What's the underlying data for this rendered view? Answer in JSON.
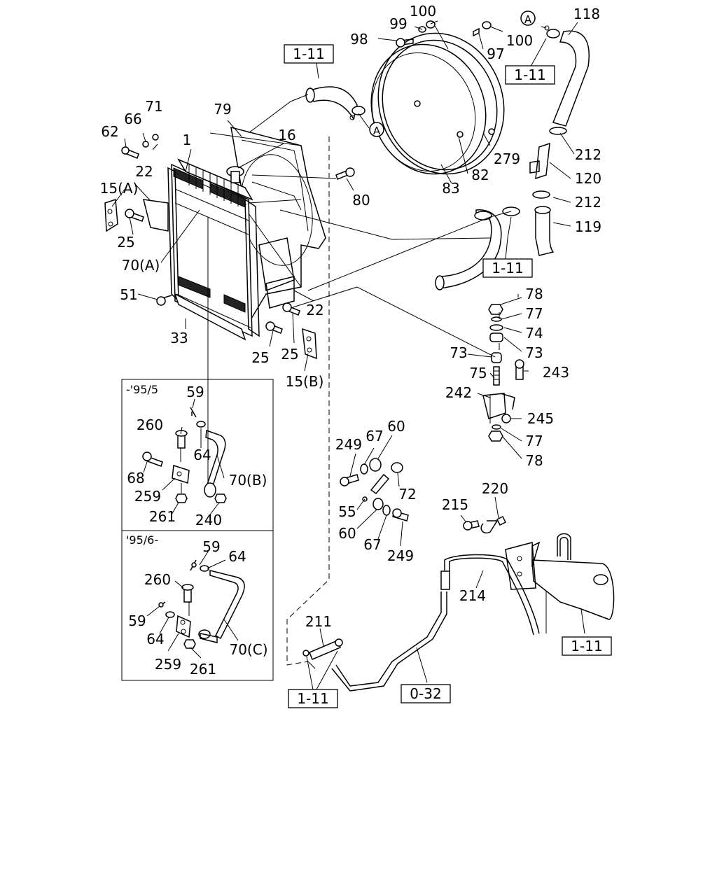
{
  "insets": [
    {
      "title": "-'95/5"
    },
    {
      "title": "'95/6-"
    }
  ],
  "ref_boxes": [
    "1-11",
    "1-11",
    "1-11",
    "1-11",
    "1-11",
    "0-32"
  ],
  "callouts": [
    "A",
    "A"
  ],
  "part_labels": [
    "100",
    "99",
    "98",
    "100",
    "97",
    "118",
    "1-11",
    "79",
    "71",
    "66",
    "62",
    "16",
    "1",
    "22",
    "15(A)",
    "25",
    "70(A)",
    "80",
    "279",
    "82",
    "83",
    "212",
    "120",
    "212",
    "119",
    "51",
    "22",
    "33",
    "25",
    "25",
    "15(B)",
    "78",
    "77",
    "74",
    "73",
    "73",
    "75",
    "243",
    "242",
    "245",
    "77",
    "78",
    "59",
    "260",
    "64",
    "68",
    "70(B)",
    "259",
    "261",
    "240",
    "249",
    "67",
    "60",
    "72",
    "55",
    "60",
    "67",
    "249",
    "215",
    "220",
    "214",
    "59",
    "64",
    "260",
    "59",
    "64",
    "70(C)",
    "259",
    "261",
    "211"
  ]
}
